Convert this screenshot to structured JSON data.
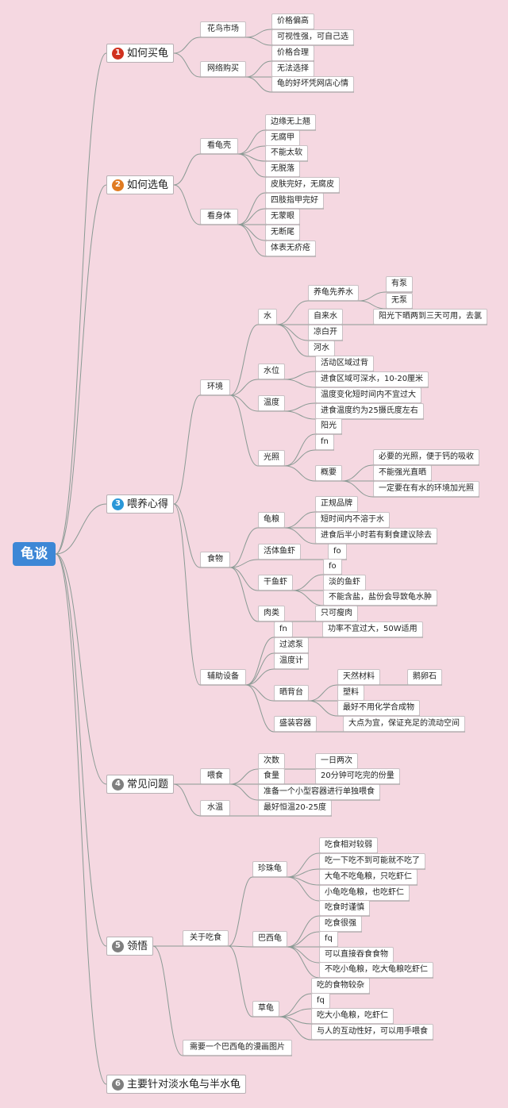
{
  "root": {
    "label": "龟谈"
  },
  "branches": [
    {
      "id": "b1",
      "badge": "1",
      "color": "#d0311f",
      "label": "如何买龟",
      "children": [
        {
          "id": "b1c1",
          "label": "花鸟市场",
          "children": [
            {
              "id": "b1c1a",
              "label": "价格偏高"
            },
            {
              "id": "b1c1b",
              "label": "可视性强，可自己选"
            }
          ]
        },
        {
          "id": "b1c2",
          "label": "网络购买",
          "children": [
            {
              "id": "b1c2a",
              "label": "价格合理"
            },
            {
              "id": "b1c2b",
              "label": "无法选择"
            },
            {
              "id": "b1c2c",
              "label": "龟的好坏凭网店心情"
            }
          ]
        }
      ]
    },
    {
      "id": "b2",
      "badge": "2",
      "color": "#e07b22",
      "label": "如何选龟",
      "children": [
        {
          "id": "b2c1",
          "label": "看龟壳",
          "children": [
            {
              "id": "b2c1a",
              "label": "边缘无上翘"
            },
            {
              "id": "b2c1b",
              "label": "无腐甲"
            },
            {
              "id": "b2c1c",
              "label": "不能太软"
            },
            {
              "id": "b2c1d",
              "label": "无脱落"
            }
          ]
        },
        {
          "id": "b2c2",
          "label": "看身体",
          "children": [
            {
              "id": "b2c2a",
              "label": "皮肤完好，无腐皮"
            },
            {
              "id": "b2c2b",
              "label": "四肢指甲完好"
            },
            {
              "id": "b2c2c",
              "label": "无蒙眼"
            },
            {
              "id": "b2c2d",
              "label": "无断尾"
            },
            {
              "id": "b2c2e",
              "label": "体表无疥疮"
            }
          ]
        }
      ]
    },
    {
      "id": "b3",
      "badge": "3",
      "color": "#2a97d8",
      "label": "喂养心得",
      "children": [
        {
          "id": "b3c1",
          "label": "环境",
          "children": [
            {
              "id": "b3c1a",
              "label": "水",
              "children": [
                {
                  "id": "b3c1a1",
                  "label": "养龟先养水",
                  "children": [
                    {
                      "id": "b3c1a1x",
                      "label": "有泵"
                    },
                    {
                      "id": "b3c1a1y",
                      "label": "无泵"
                    }
                  ]
                },
                {
                  "id": "b3c1a2",
                  "label": "自来水",
                  "children": [
                    {
                      "id": "b3c1a2x",
                      "label": "阳光下晒两到三天可用，去氯"
                    }
                  ]
                },
                {
                  "id": "b3c1a3",
                  "label": "凉白开"
                },
                {
                  "id": "b3c1a4",
                  "label": "河水"
                }
              ]
            },
            {
              "id": "b3c1b",
              "label": "水位",
              "children": [
                {
                  "id": "b3c1b1",
                  "label": "活动区域过背"
                },
                {
                  "id": "b3c1b2",
                  "label": "进食区域可深水，10-20厘米"
                }
              ]
            },
            {
              "id": "b3c1c",
              "label": "温度",
              "children": [
                {
                  "id": "b3c1c1",
                  "label": "温度变化短时间内不宜过大"
                },
                {
                  "id": "b3c1c2",
                  "label": "进食温度约为25摄氏度左右"
                }
              ]
            },
            {
              "id": "b3c1d",
              "label": "光照",
              "children": [
                {
                  "id": "b3c1d1",
                  "label": "阳光"
                },
                {
                  "id": "b3c1d2",
                  "label": "fn"
                },
                {
                  "id": "b3c1d3",
                  "label": "概要",
                  "children": [
                    {
                      "id": "b3c1d3x",
                      "label": "必要的光照，便于钙的吸收"
                    },
                    {
                      "id": "b3c1d3y",
                      "label": "不能强光直晒"
                    },
                    {
                      "id": "b3c1d3z",
                      "label": "一定要在有水的环境加光照"
                    }
                  ]
                }
              ]
            }
          ]
        },
        {
          "id": "b3c2",
          "label": "食物",
          "children": [
            {
              "id": "b3c2a",
              "label": "龟粮",
              "children": [
                {
                  "id": "b3c2a1",
                  "label": "正规品牌"
                },
                {
                  "id": "b3c2a2",
                  "label": "短时间内不溶于水"
                },
                {
                  "id": "b3c2a3",
                  "label": "进食后半小时若有剩食建议除去"
                }
              ]
            },
            {
              "id": "b3c2b",
              "label": "活体鱼虾",
              "children": [
                {
                  "id": "b3c2b1",
                  "label": "fo"
                }
              ]
            },
            {
              "id": "b3c2c",
              "label": "干鱼虾",
              "children": [
                {
                  "id": "b3c2c1",
                  "label": "fo"
                },
                {
                  "id": "b3c2c2",
                  "label": "淡的鱼虾"
                },
                {
                  "id": "b3c2c3",
                  "label": "不能含盐，盐份会导致龟水肿"
                }
              ]
            },
            {
              "id": "b3c2d",
              "label": "肉类",
              "children": [
                {
                  "id": "b3c2d1",
                  "label": "只可瘦肉"
                }
              ]
            }
          ]
        },
        {
          "id": "b3c3",
          "label": "辅助设备",
          "children": [
            {
              "id": "b3c3a",
              "label": "fn",
              "children": [
                {
                  "id": "b3c3a1",
                  "label": "功率不宜过大，50W适用"
                }
              ]
            },
            {
              "id": "b3c3b",
              "label": "过滤泵"
            },
            {
              "id": "b3c3c",
              "label": "温度计"
            },
            {
              "id": "b3c3d",
              "label": "晒背台",
              "children": [
                {
                  "id": "b3c3d1",
                  "label": "天然材料",
                  "children": [
                    {
                      "id": "b3c3d1x",
                      "label": "鹅卵石"
                    }
                  ]
                },
                {
                  "id": "b3c3d2",
                  "label": "塑料"
                },
                {
                  "id": "b3c3d3",
                  "label": "最好不用化学合成物"
                }
              ]
            },
            {
              "id": "b3c3e",
              "label": "盛装容器",
              "children": [
                {
                  "id": "b3c3e1",
                  "label": "大点为宜，保证充足的流动空间"
                }
              ]
            }
          ]
        }
      ]
    },
    {
      "id": "b4",
      "badge": "4",
      "color": "#7f7f7f",
      "label": "常见问题",
      "children": [
        {
          "id": "b4c1",
          "label": "喂食",
          "children": [
            {
              "id": "b4c1a",
              "label": "次数",
              "children": [
                {
                  "id": "b4c1a1",
                  "label": "一日两次"
                }
              ]
            },
            {
              "id": "b4c1b",
              "label": "食量",
              "children": [
                {
                  "id": "b4c1b1",
                  "label": "20分钟可吃完的份量"
                }
              ]
            },
            {
              "id": "b4c1c",
              "label": "准备一个小型容器进行单独喂食"
            }
          ]
        },
        {
          "id": "b4c2",
          "label": "水温",
          "children": [
            {
              "id": "b4c2a",
              "label": "最好恒温20-25度"
            }
          ]
        }
      ]
    },
    {
      "id": "b5",
      "badge": "5",
      "color": "#7f7f7f",
      "label": "领悟",
      "children": [
        {
          "id": "b5c1",
          "label": "关于吃食",
          "children": [
            {
              "id": "b5c1a",
              "label": "珍珠龟",
              "children": [
                {
                  "id": "b5c1a1",
                  "label": "吃食相对较弱"
                },
                {
                  "id": "b5c1a2",
                  "label": "吃一下吃不到可能就不吃了"
                },
                {
                  "id": "b5c1a3",
                  "label": "大龟不吃龟粮，只吃虾仁"
                },
                {
                  "id": "b5c1a4",
                  "label": "小龟吃龟粮，也吃虾仁"
                }
              ]
            },
            {
              "id": "b5c1b",
              "label": "巴西龟",
              "children": [
                {
                  "id": "b5c1b1",
                  "label": "吃食时谨慎"
                },
                {
                  "id": "b5c1b2",
                  "label": "吃食很强"
                },
                {
                  "id": "b5c1b3",
                  "label": "fq"
                },
                {
                  "id": "b5c1b4",
                  "label": "可以直接吞食食物"
                },
                {
                  "id": "b5c1b5",
                  "label": "不吃小龟粮，吃大龟粮吃虾仁"
                }
              ]
            },
            {
              "id": "b5c1c",
              "label": "草龟",
              "children": [
                {
                  "id": "b5c1c1",
                  "label": "吃的食物较杂"
                },
                {
                  "id": "b5c1c2",
                  "label": "fq"
                },
                {
                  "id": "b5c1c3",
                  "label": "吃大小龟粮，吃虾仁"
                },
                {
                  "id": "b5c1c4",
                  "label": "与人的互动性好，可以用手喂食"
                }
              ]
            }
          ]
        },
        {
          "id": "b5c2",
          "label": "需要一个巴西龟的漫画图片"
        }
      ]
    },
    {
      "id": "b6",
      "badge": "6",
      "color": "#7f7f7f",
      "label": "主要针对淡水龟与半水龟"
    }
  ]
}
